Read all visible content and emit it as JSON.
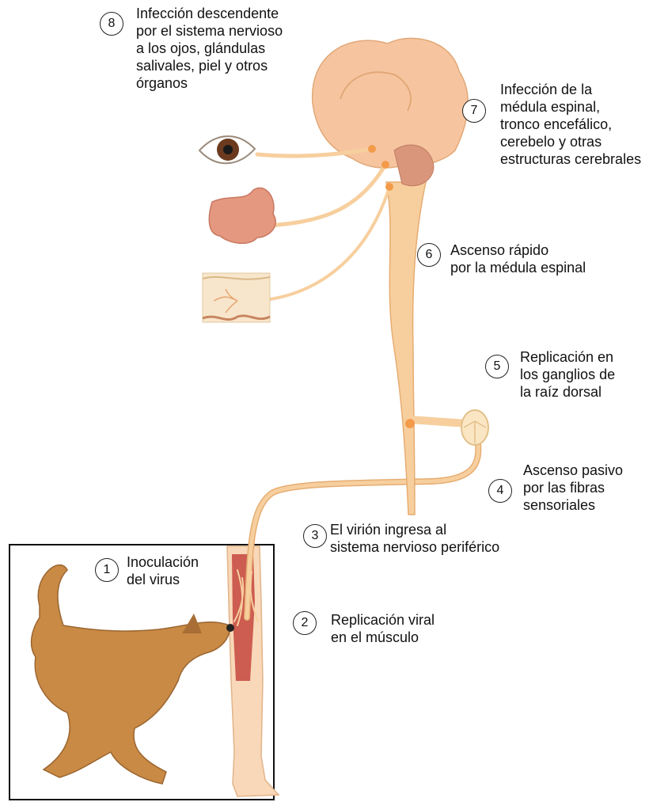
{
  "steps": [
    {
      "num": "1",
      "text": "Inoculación\ndel virus"
    },
    {
      "num": "2",
      "text": "Replicación viral\nen el músculo"
    },
    {
      "num": "3",
      "text": "El virión ingresa al\nsistema nervioso periférico"
    },
    {
      "num": "4",
      "text": "Ascenso pasivo\npor las fibras\nsensoriales"
    },
    {
      "num": "5",
      "text": "Replicación en\nlos ganglios de\nla raíz dorsal"
    },
    {
      "num": "6",
      "text": "Ascenso rápido\npor la médula espinal"
    },
    {
      "num": "7",
      "text": "Infección de la\nmédula espinal,\ntronco encefálico,\ncerebelo y otras\nestructuras cerebrales"
    },
    {
      "num": "8",
      "text": "Infección descendente\npor el sistema nervioso\na los ojos, glándulas\nsalivales, piel y otros\nórganos"
    }
  ],
  "colors": {
    "nerve": "#f7cf9e",
    "nerve_edge": "#e6ad72",
    "node": "#f39b4a",
    "brain": "#f6c5a0",
    "muscle": "#c5473e",
    "dog": "#c98a45"
  }
}
